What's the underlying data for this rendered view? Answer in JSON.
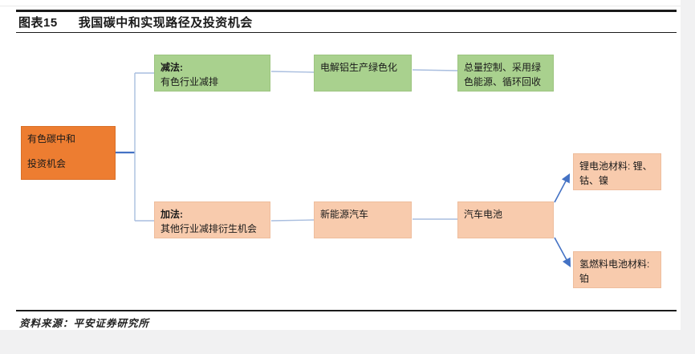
{
  "header": {
    "label": "图表15",
    "title": "我国碳中和实现路径及投资机会"
  },
  "footer": {
    "source": "资料来源：平安证券研究所"
  },
  "colors": {
    "root_fill": "#ED7D31",
    "reduction_fill": "#A9D18E",
    "addition_fill": "#F8CBAD",
    "connector_strong": "#4472C4",
    "connector_light": "#A9BEDF"
  },
  "nodes": {
    "root": {
      "line1": "有色碳中和",
      "line2": "投资机会"
    },
    "subtraction": {
      "title": "减法:",
      "text": "有色行业减排"
    },
    "aluminum": {
      "text": "电解铝生产绿色化"
    },
    "total_control": {
      "text": "总量控制、采用绿色能源、循环回收"
    },
    "addition": {
      "title": "加法:",
      "text": "其他行业减排衍生机会"
    },
    "nev": {
      "text": "新能源汽车"
    },
    "battery": {
      "text": "汽车电池"
    },
    "lithium": {
      "text": "锂电池材料: 锂、钴、镍"
    },
    "hydrogen": {
      "text": "氢燃料电池材料: 铂"
    }
  }
}
